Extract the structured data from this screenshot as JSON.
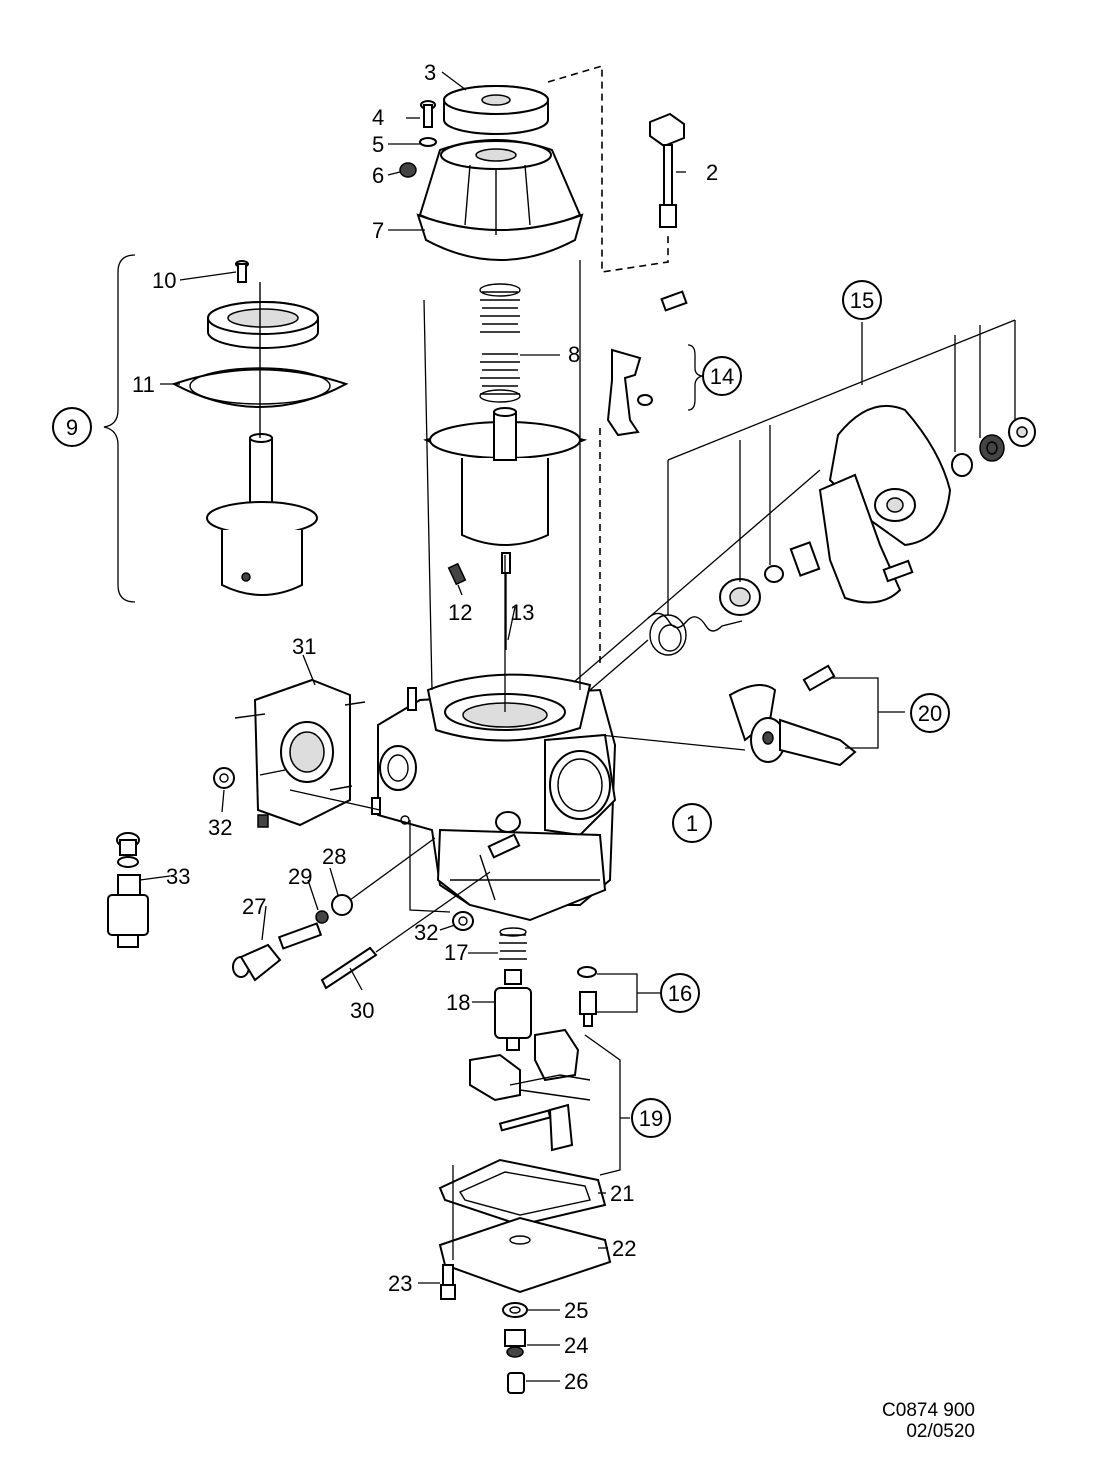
{
  "callouts": [
    "1",
    "2",
    "3",
    "4",
    "5",
    "6",
    "7",
    "8",
    "9",
    "10",
    "11",
    "12",
    "13",
    "14",
    "15",
    "16",
    "17",
    "18",
    "19",
    "20",
    "21",
    "22",
    "23",
    "24",
    "25",
    "26",
    "27",
    "28",
    "29",
    "30",
    "31",
    "32",
    "32",
    "33"
  ],
  "drawing_code": "C0874 900",
  "drawing_date": "02/0520"
}
